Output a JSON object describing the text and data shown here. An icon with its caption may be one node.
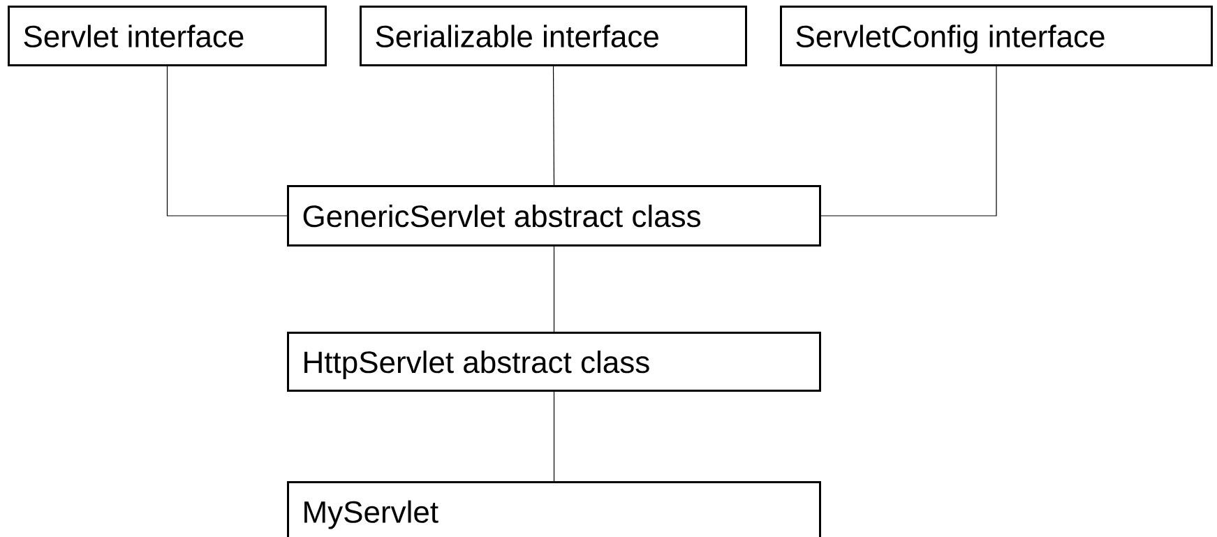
{
  "diagram": {
    "nodes": [
      {
        "text": [
          "Servlet interface"
        ]
      },
      {
        "text": [
          "Serializable interface"
        ]
      },
      {
        "text": [
          "ServletConfig interface"
        ]
      },
      {
        "text": [
          "GenericServlet abstract class"
        ]
      },
      {
        "text": [
          "HttpServlet abstract class"
        ]
      },
      {
        "text": [
          "MyServlet"
        ]
      }
    ],
    "edges": [
      {
        "from": 0,
        "to": 3,
        "arrow": "none"
      },
      {
        "from": 1,
        "to": 3,
        "arrow": "none"
      },
      {
        "from": 2,
        "to": 3,
        "arrow": "none"
      },
      {
        "from": 3,
        "to": 4,
        "arrow": "none"
      },
      {
        "from": 4,
        "to": 5,
        "arrow": "none"
      }
    ]
  }
}
